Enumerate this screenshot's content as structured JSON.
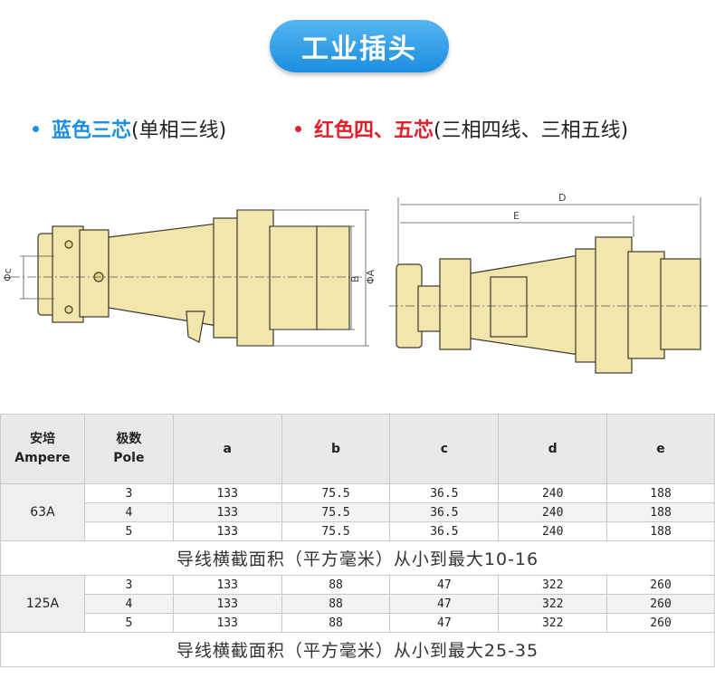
{
  "title": "工业插头",
  "subtitle_left": {
    "highlight": "蓝色三芯",
    "rest": "(单相三线)",
    "color": "#1e8fe3"
  },
  "subtitle_right": {
    "highlight": "红色四、五芯",
    "rest": "(三相四线、三相五线)",
    "color": "#e0202a"
  },
  "drawing_labels": {
    "phi_c": "Φc",
    "b": "B",
    "phi_a": "ΦA",
    "d": "D",
    "e": "E"
  },
  "table": {
    "headers": {
      "ampere_cn": "安培",
      "ampere_en": "Ampere",
      "pole_cn": "极数",
      "pole_en": "Pole",
      "a": "a",
      "b": "b",
      "c": "c",
      "d": "d",
      "e": "e"
    },
    "groups": [
      {
        "ampere": "63A",
        "rows": [
          {
            "pole": "3",
            "a": "133",
            "b": "75.5",
            "c": "36.5",
            "d": "240",
            "e": "188"
          },
          {
            "pole": "4",
            "a": "133",
            "b": "75.5",
            "c": "36.5",
            "d": "240",
            "e": "188"
          },
          {
            "pole": "5",
            "a": "133",
            "b": "75.5",
            "c": "36.5",
            "d": "240",
            "e": "188"
          }
        ],
        "note": "导线横截面积（平方毫米）从小到最大10-16"
      },
      {
        "ampere": "125A",
        "rows": [
          {
            "pole": "3",
            "a": "133",
            "b": "88",
            "c": "47",
            "d": "322",
            "e": "260"
          },
          {
            "pole": "4",
            "a": "133",
            "b": "88",
            "c": "47",
            "d": "322",
            "e": "260"
          },
          {
            "pole": "5",
            "a": "133",
            "b": "88",
            "c": "47",
            "d": "322",
            "e": "260"
          }
        ],
        "note": "导线横截面积（平方毫米）从小到最大25-35"
      }
    ]
  }
}
